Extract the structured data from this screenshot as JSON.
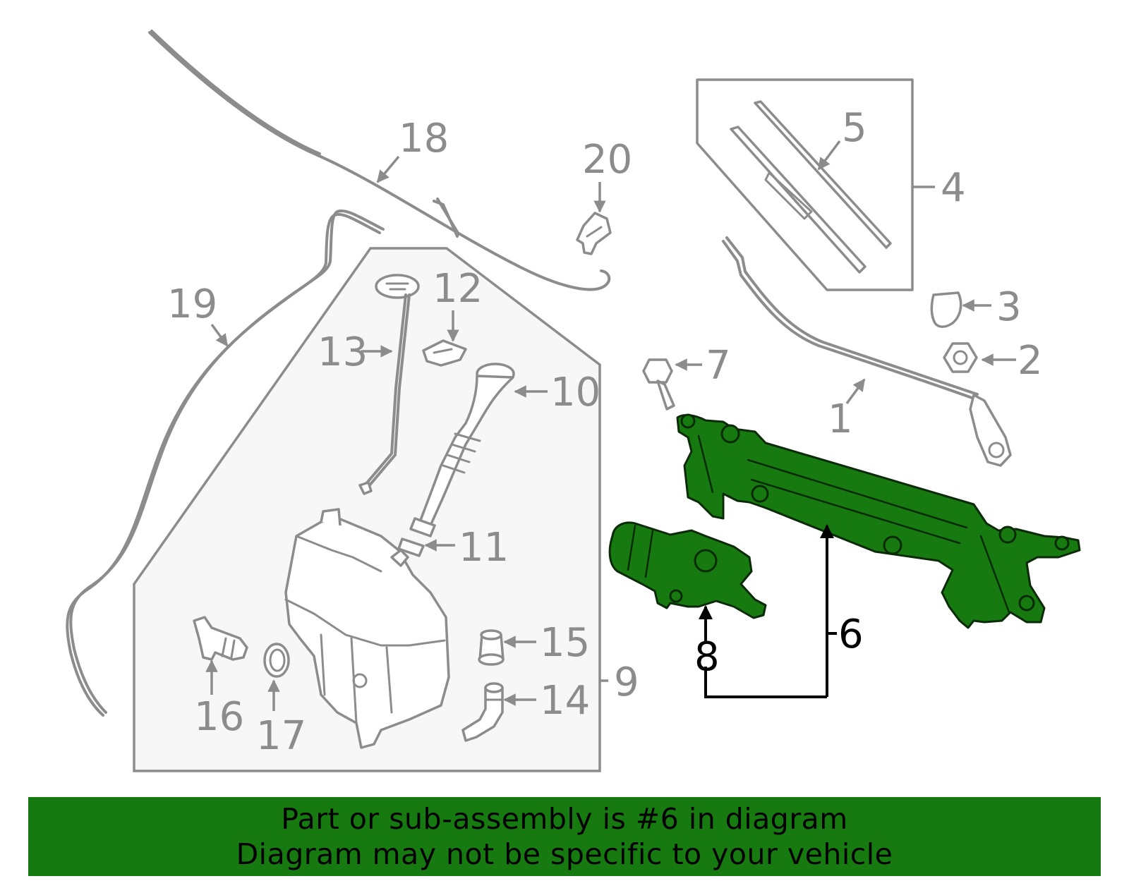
{
  "callouts": {
    "c1": "1",
    "c2": "2",
    "c3": "3",
    "c4": "4",
    "c5": "5",
    "c6": "6",
    "c7": "7",
    "c8": "8",
    "c9": "9",
    "c10": "10",
    "c11": "11",
    "c12": "12",
    "c13": "13",
    "c14": "14",
    "c15": "15",
    "c16": "16",
    "c17": "17",
    "c18": "18",
    "c19": "19",
    "c20": "20"
  },
  "highlight_part": "6",
  "colors": {
    "highlight": "#167a10",
    "line_art": "#8c8c8c",
    "panel": "#f7f7f7"
  },
  "banner": {
    "line1": "Part or sub-assembly is #6 in diagram",
    "line2": "Diagram may not be specific to your vehicle"
  }
}
